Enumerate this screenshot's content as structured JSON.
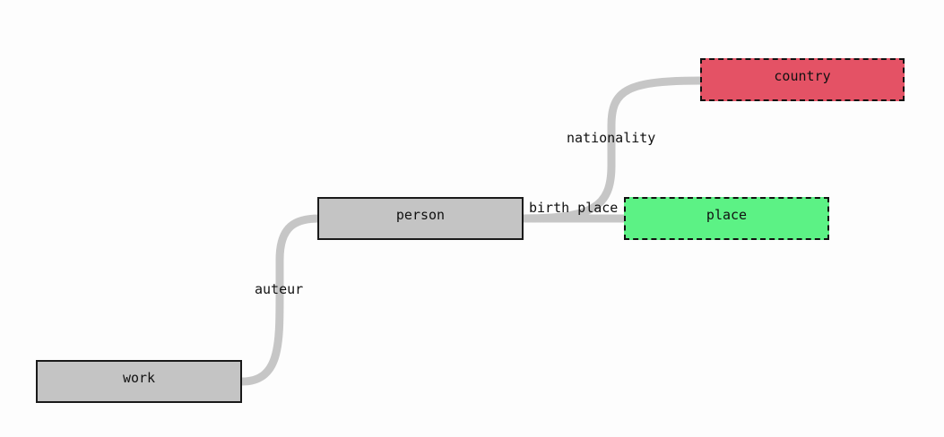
{
  "diagram": {
    "nodes": [
      {
        "id": "work",
        "label": "work",
        "style": "solid",
        "color": "#c4c4c4"
      },
      {
        "id": "person",
        "label": "person",
        "style": "solid",
        "color": "#c4c4c4"
      },
      {
        "id": "place",
        "label": "place",
        "style": "dashed",
        "color": "#5cf285"
      },
      {
        "id": "country",
        "label": "country",
        "style": "dashed",
        "color": "#e45265"
      }
    ],
    "edges": [
      {
        "from": "work",
        "to": "person",
        "label": "auteur"
      },
      {
        "from": "person",
        "to": "place",
        "label": "birth place"
      },
      {
        "from": "person",
        "to": "country",
        "label": "nationality"
      }
    ],
    "edge_color": "#c6c6c6"
  }
}
